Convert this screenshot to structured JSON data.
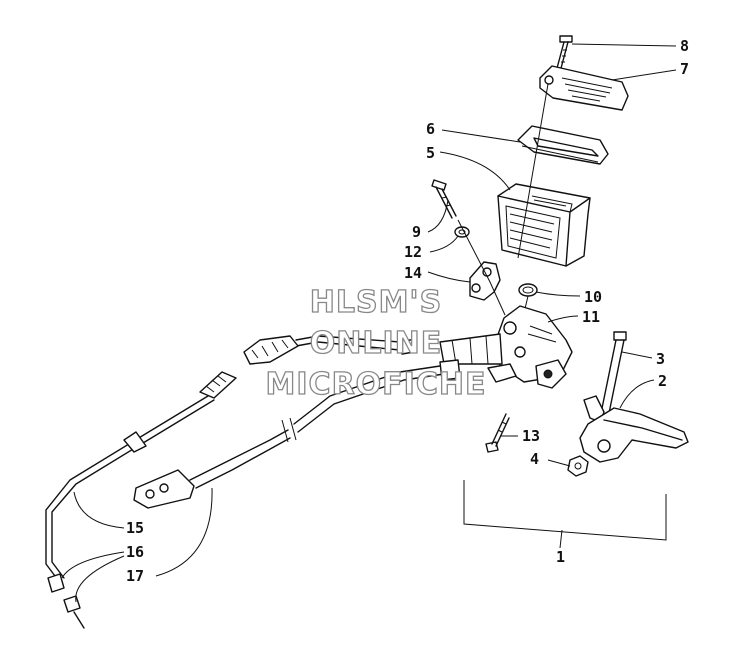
{
  "callouts": {
    "c1": "1",
    "c2": "2",
    "c3": "3",
    "c4": "4",
    "c5": "5",
    "c6": "6",
    "c7": "7",
    "c8": "8",
    "c9": "9",
    "c10": "10",
    "c11": "11",
    "c12": "12",
    "c13": "13",
    "c14": "14",
    "c15": "15",
    "c16": "16",
    "c17": "17"
  },
  "watermark": {
    "line1": "HLSM'S",
    "line2": "ONLINE",
    "line3": "MICROFICHE"
  }
}
